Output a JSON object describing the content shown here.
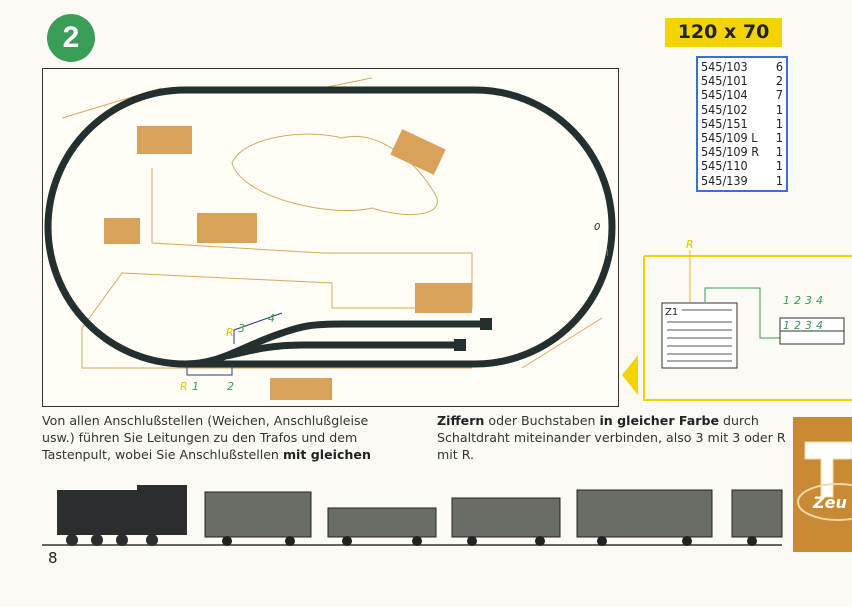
{
  "step_badge": "2",
  "layout_size": "120 x 70",
  "parts_list": [
    {
      "part": "545/103",
      "qty": "6"
    },
    {
      "part": "545/101",
      "qty": "2"
    },
    {
      "part": "545/104",
      "qty": "7"
    },
    {
      "part": "545/102",
      "qty": "1"
    },
    {
      "part": "545/151",
      "qty": "1"
    },
    {
      "part": "545/109 L",
      "qty": "1"
    },
    {
      "part": "545/109 R",
      "qty": "1"
    },
    {
      "part": "545/110",
      "qty": "1"
    },
    {
      "part": "545/139",
      "qty": "1"
    }
  ],
  "map_labels": {
    "r1": "R",
    "n1": "1",
    "n2": "2",
    "r2": "R",
    "n3": "3",
    "n4": "4",
    "o": "0",
    "i": "I"
  },
  "wiring": {
    "r": "R",
    "z1": "Z1",
    "top_numbers": [
      "1",
      "2",
      "3",
      "4"
    ],
    "box_numbers": [
      "1",
      "2",
      "3",
      "4"
    ]
  },
  "text_left": {
    "normal": "Von allen Anschlußstellen (Weichen, Anschlußgleise usw.) führen Sie Leitungen zu den Trafos und dem Tastenpult, wobei Sie Anschlußstellen ",
    "bold": "mit gleichen"
  },
  "text_right": {
    "bold1": "Ziffern",
    "n1": " oder Buchstaben ",
    "bold2": "in gleicher Farbe",
    "n2": " durch Schaltdraht miteinander verbinden, also 3 mit 3 oder R mit R."
  },
  "page_number": "8",
  "logo": "Trix Zeu",
  "colors": {
    "green": "#3a9d58",
    "yellow": "#f3d400",
    "blue": "#3b6fd4",
    "track": "#243030",
    "orange": "#c88a34"
  }
}
